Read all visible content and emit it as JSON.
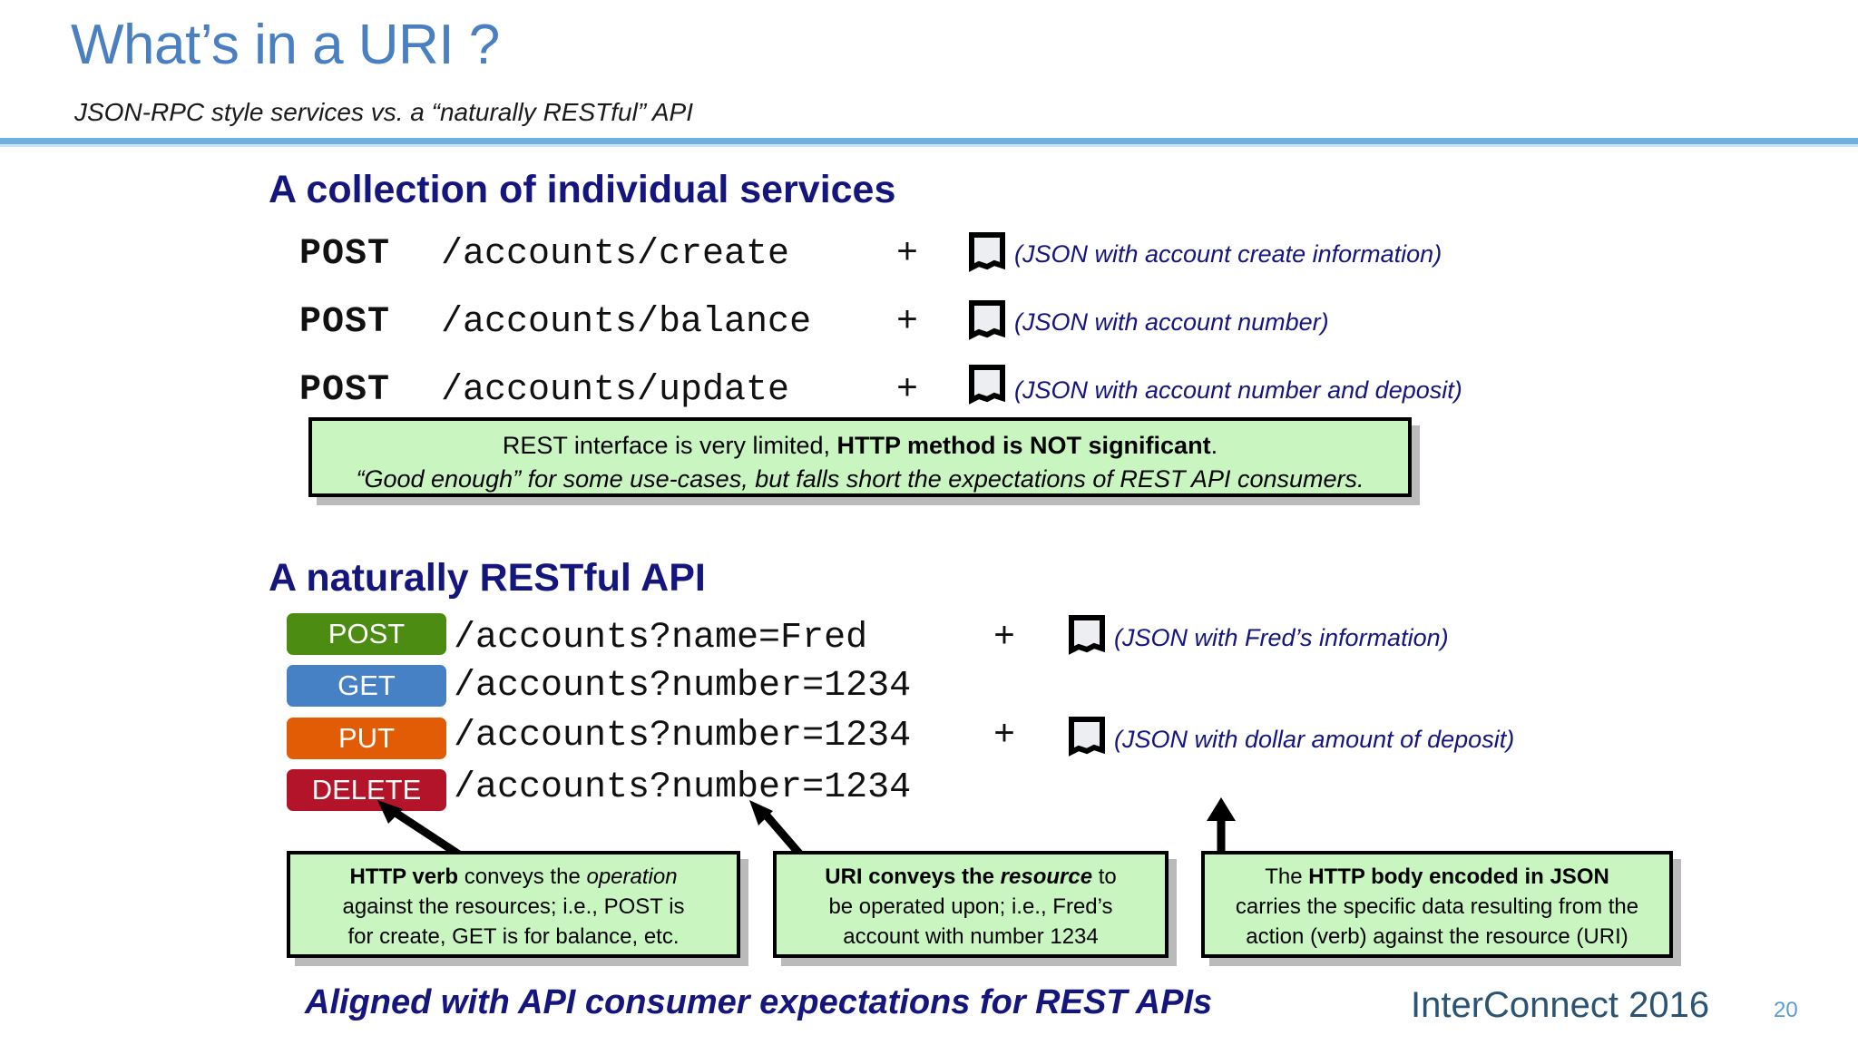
{
  "header": {
    "title": "What’s in a URI ?",
    "subtitle": "JSON-RPC style services vs. a “naturally RESTful” API",
    "rule_color": "#6fb0e0",
    "title_color": "#4a7fc1"
  },
  "sections": {
    "rpc": {
      "heading": "A collection of individual services",
      "heading_color": "#15157e",
      "rows": [
        {
          "verb": "POST",
          "uri": "/accounts/create",
          "plus": "+",
          "has_body": true,
          "note": "(JSON with account create information)"
        },
        {
          "verb": "POST",
          "uri": "/accounts/balance",
          "plus": "+",
          "has_body": true,
          "note": "(JSON with account number)"
        },
        {
          "verb": "POST",
          "uri": "/accounts/update",
          "plus": "+",
          "has_body": true,
          "note": "(JSON with account number and deposit)"
        }
      ],
      "callout": {
        "line1_plain_a": "REST interface is very limited, ",
        "line1_bold": "HTTP method is NOT significant",
        "line1_plain_b": ".",
        "line2": "“Good enough” for some use-cases, but falls short the expectations of REST API consumers."
      }
    },
    "rest": {
      "heading": "A naturally RESTful API",
      "heading_color": "#15157e",
      "rows": [
        {
          "verb": "POST",
          "color": "#4d8c12",
          "uri": "/accounts?name=Fred",
          "plus": "+",
          "has_body": true,
          "note": "(JSON with Fred’s information)"
        },
        {
          "verb": "GET",
          "color": "#4581c4",
          "uri": "/accounts?number=1234",
          "plus": "",
          "has_body": false,
          "note": ""
        },
        {
          "verb": "PUT",
          "color": "#e25c06",
          "uri": "/accounts?number=1234",
          "plus": "+",
          "has_body": true,
          "note": "(JSON with dollar amount of deposit)"
        },
        {
          "verb": "DELETE",
          "color": "#b31429",
          "uri": "/accounts?number=1234",
          "plus": "",
          "has_body": false,
          "note": ""
        }
      ],
      "callouts": [
        {
          "id": "verb",
          "line1_bold": "HTTP verb",
          "line1_plain": " conveys the ",
          "line1_italic": "operation",
          "line2": "against the resources; i.e., POST is",
          "line3": "for create, GET is for balance, etc."
        },
        {
          "id": "uri",
          "line1_bold": "URI conveys the ",
          "line1_bolditalic": "resource",
          "line1_plain": " to",
          "line2": "be operated upon; i.e., Fred’s",
          "line3": "account with number 1234"
        },
        {
          "id": "body",
          "line1_plain_a": "The ",
          "line1_bold": "HTTP body encoded in JSON",
          "line2": "carries the specific data resulting from the",
          "line3": "action (verb) against the resource (URI)"
        }
      ]
    }
  },
  "footer": {
    "tagline": "Aligned with API consumer expectations for REST APIs",
    "brand": "InterConnect 2016",
    "page_number": "20",
    "brand_color": "#2b5474",
    "page_color": "#5b9bd5"
  },
  "theme": {
    "callout_fill": "#c9f6c0",
    "callout_border": "#000000",
    "doc_icon_fill": "#eceef2",
    "mono_text_color": "#111111"
  }
}
